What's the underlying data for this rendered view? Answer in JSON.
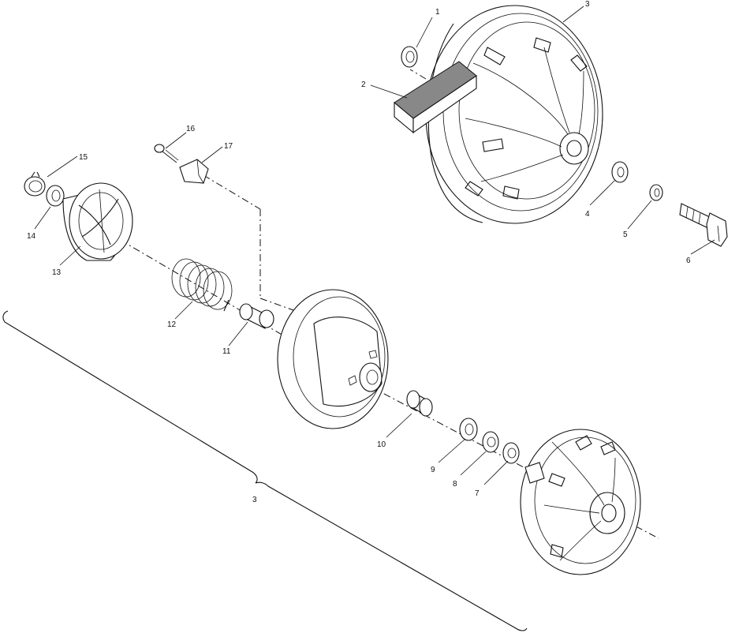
{
  "diagram": {
    "callouts": [
      {
        "id": "c1",
        "text": "1"
      },
      {
        "id": "c2",
        "text": "2"
      },
      {
        "id": "c3a",
        "text": "3"
      },
      {
        "id": "c4",
        "text": "4"
      },
      {
        "id": "c5",
        "text": "5"
      },
      {
        "id": "c6",
        "text": "6"
      },
      {
        "id": "c7",
        "text": "7"
      },
      {
        "id": "c8",
        "text": "8"
      },
      {
        "id": "c9",
        "text": "9"
      },
      {
        "id": "c10",
        "text": "10"
      },
      {
        "id": "c11",
        "text": "11"
      },
      {
        "id": "c12",
        "text": "12"
      },
      {
        "id": "c13",
        "text": "13"
      },
      {
        "id": "c14",
        "text": "14"
      },
      {
        "id": "c15",
        "text": "15"
      },
      {
        "id": "c16",
        "text": "16"
      },
      {
        "id": "c17",
        "text": "17"
      },
      {
        "id": "c3b",
        "text": "3"
      }
    ]
  }
}
